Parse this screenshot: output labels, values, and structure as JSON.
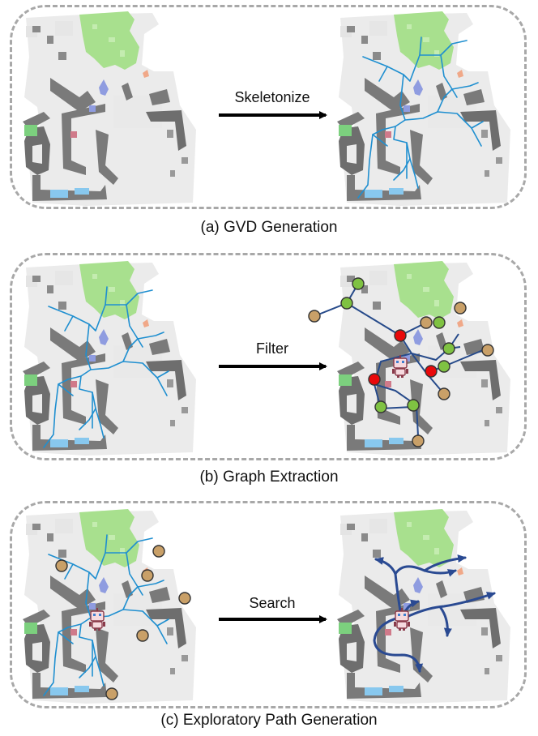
{
  "panels": [
    {
      "id": "a",
      "arrow_label": "Skeletonize",
      "caption": "(a) GVD Generation"
    },
    {
      "id": "b",
      "arrow_label": "Filter",
      "caption": "(b) Graph Extraction"
    },
    {
      "id": "c",
      "arrow_label": "Search",
      "caption": "(c) Exploratory Path Generation"
    }
  ],
  "colors": {
    "wall": "#7a7a7a",
    "floor": "#ebebeb",
    "vegetation": "#a8e08e",
    "skeleton": "#1f8fd0",
    "graph_edge": "#264a8a",
    "junction_node": "#e8090b",
    "branch_node": "#7fc242",
    "frontier_node": "#c9a068",
    "path_arrow": "#2a4a92",
    "panel_border": "#a8a8a8"
  },
  "icons": [
    "robot-icon",
    "arrow-right-icon"
  ]
}
